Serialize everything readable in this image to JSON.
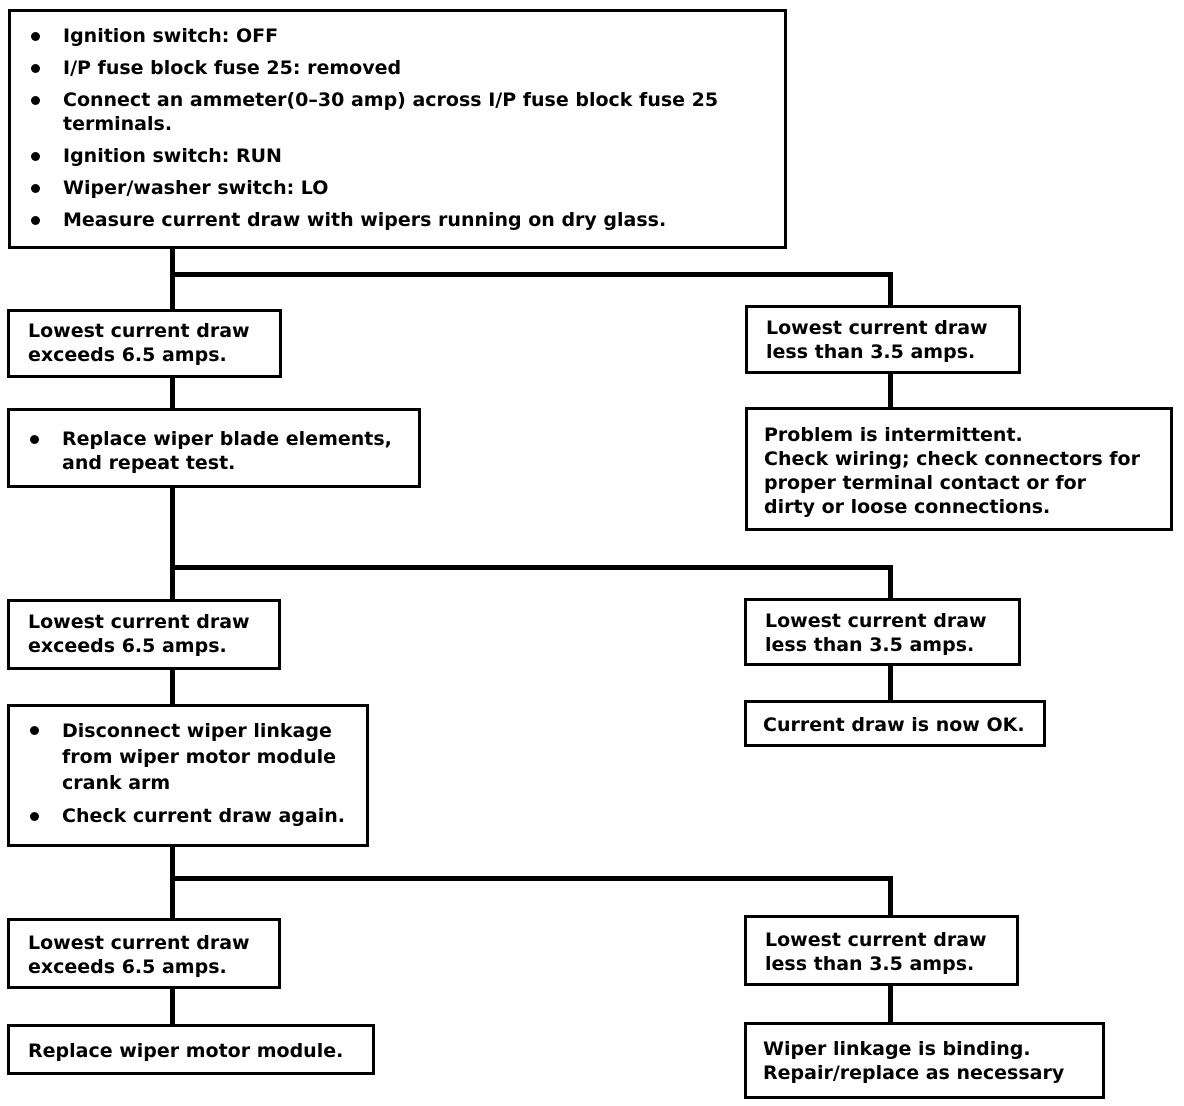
{
  "start": {
    "bullets": [
      "Ignition switch: OFF",
      "I/P fuse block fuse 25: removed",
      "Connect an ammeter(0–30 amp) across I/P fuse block fuse 25 terminals.",
      "Ignition switch: RUN",
      "Wiper/washer switch: LO",
      "Measure current draw with wipers running on dry glass."
    ]
  },
  "row1": {
    "left": "Lowest current draw\nexceeds 6.5 amps.",
    "right": "Lowest current draw\nless than 3.5 amps."
  },
  "step_replace_blades": {
    "bullets": [
      "Replace wiper blade elements,\nand repeat test."
    ]
  },
  "result_intermittent": "Problem is intermittent.\nCheck wiring; check connectors for\nproper terminal contact or for\ndirty or loose connections.",
  "row2": {
    "left": "Lowest current draw\nexceeds 6.5 amps.",
    "right": "Lowest current draw\nless than 3.5 amps."
  },
  "step_disconnect": {
    "bullets": [
      "Disconnect wiper linkage\nfrom wiper motor module\ncrank arm",
      "Check current draw again."
    ]
  },
  "result_ok": "Current draw is now OK.",
  "row3": {
    "left": "Lowest current draw\nexceeds 6.5 amps.",
    "right": "Lowest current draw\nless than 3.5 amps."
  },
  "result_replace_motor": "Replace wiper motor module.",
  "result_linkage": "Wiper linkage is binding.\nRepair/replace as necessary"
}
